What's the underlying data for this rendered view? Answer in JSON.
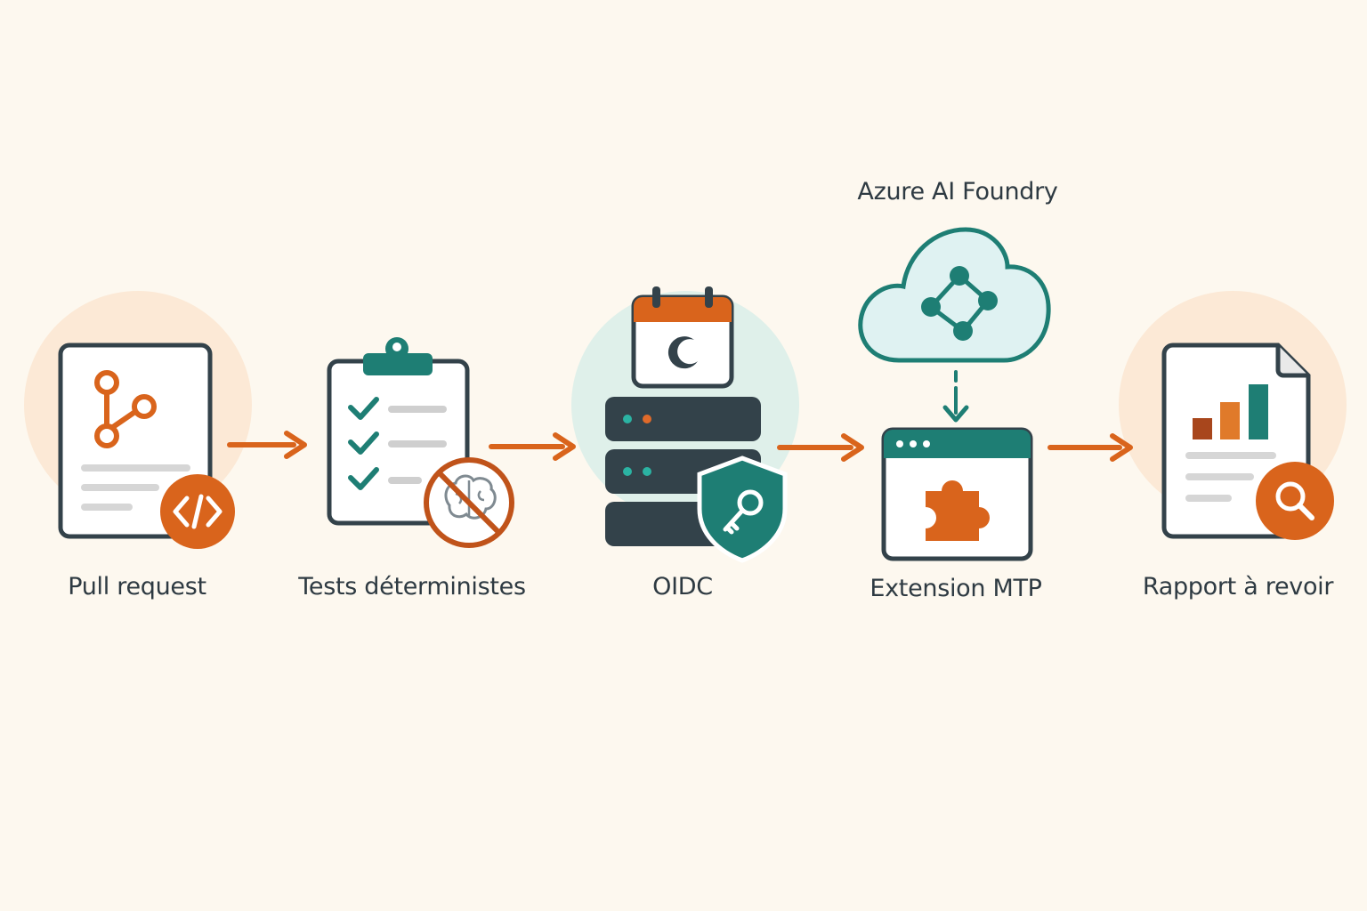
{
  "cloud": {
    "title": "Azure AI Foundry"
  },
  "steps": [
    {
      "label": "Pull request"
    },
    {
      "label": "Tests déterministes"
    },
    {
      "label": "OIDC"
    },
    {
      "label": "Extension MTP"
    },
    {
      "label": "Rapport à revoir"
    }
  ],
  "colors": {
    "background": "#fdf8ef",
    "orange": "#d9641c",
    "teal": "#1e7e74",
    "dark": "#33424a",
    "halo_peach": "#fce9d6",
    "halo_mint": "#dff0ea",
    "cloud_fill": "#dff2f2"
  },
  "icons": [
    "branch-icon",
    "code-icon",
    "clipboard-checklist-icon",
    "no-brain-icon",
    "calendar-moon-icon",
    "server-icon",
    "shield-key-icon",
    "cloud-network-icon",
    "puzzle-window-icon",
    "report-chart-icon",
    "magnifier-icon"
  ]
}
